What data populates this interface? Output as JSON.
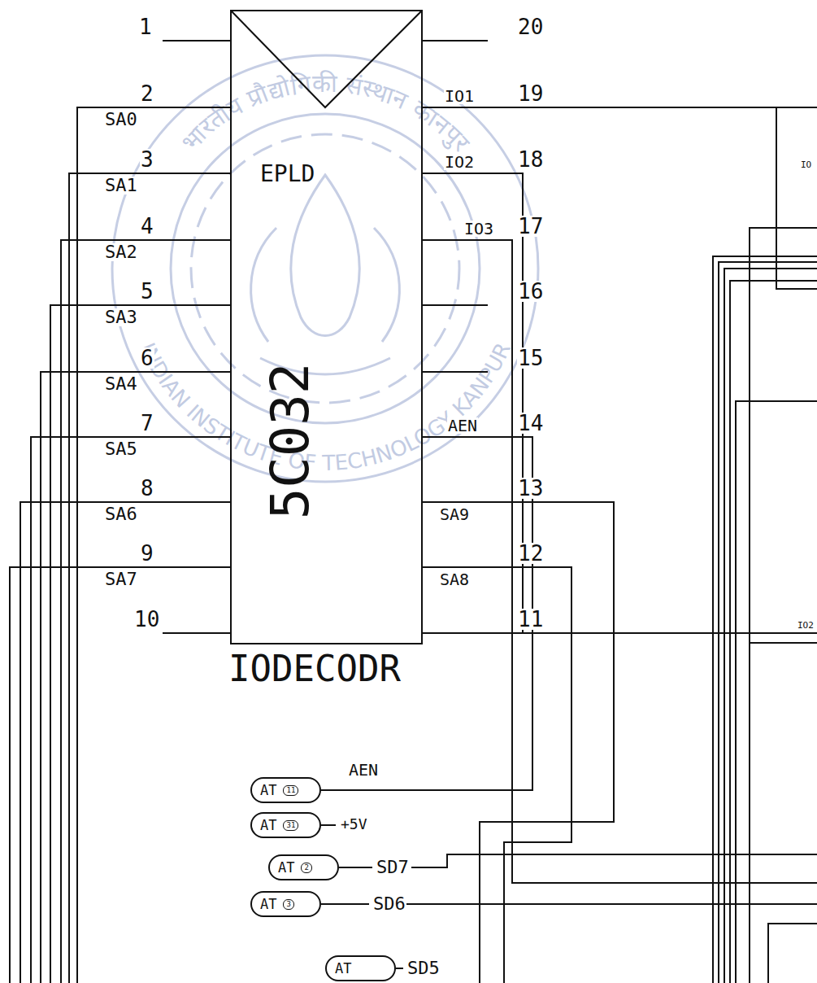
{
  "diagram": {
    "nodes": [
      {
        "text": [
          "EPLD",
          "5C032",
          "IODECODR"
        ]
      },
      {
        "text": [
          "AT",
          "11"
        ]
      },
      {
        "text": [
          "AT",
          "31"
        ]
      },
      {
        "text": [
          "AT",
          "2"
        ]
      },
      {
        "text": [
          "AT",
          "3"
        ]
      },
      {
        "text": [
          "AT"
        ]
      }
    ],
    "edges": [
      {
        "from": 0,
        "to": 1,
        "arrow": "none"
      }
    ],
    "labels": [
      "1",
      "20",
      "2",
      "SA0",
      "IO1",
      "19",
      "3",
      "SA1",
      "IO2",
      "18",
      "4",
      "SA2",
      "IO3",
      "17",
      "5",
      "SA3",
      "16",
      "6",
      "SA4",
      "15",
      "7",
      "SA5",
      "AEN",
      "14",
      "8",
      "SA6",
      "SA9",
      "13",
      "9",
      "SA7",
      "SA8",
      "12",
      "10",
      "11",
      "AEN",
      "+5V",
      "SD7",
      "SD6",
      "SD5",
      "IO",
      "IO2",
      "भारतीय प्रौद्योगिकी संस्थान कानपुर",
      "INDIAN INSTITUTE OF TECHNOLOGY KANPUR"
    ]
  }
}
